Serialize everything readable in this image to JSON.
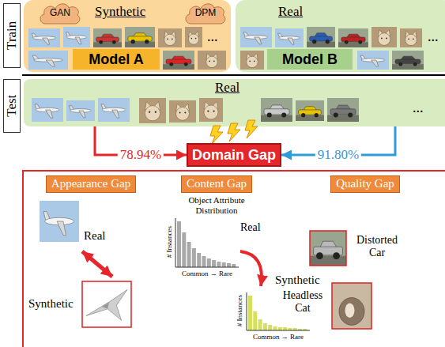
{
  "diagram": {
    "nodes": [
      {
        "text": [
          "Train"
        ]
      },
      {
        "text": [
          "Synthetic"
        ]
      },
      {
        "text": [
          "GAN"
        ],
        "in": 1
      },
      {
        "text": [
          "DPM"
        ],
        "in": 1
      },
      {
        "text": [
          "Model A"
        ],
        "in": 1
      },
      {
        "text": [
          "Real"
        ]
      },
      {
        "text": [
          "Model B"
        ],
        "in": 5
      },
      {
        "text": [
          "Test"
        ]
      },
      {
        "text": [
          "Real"
        ]
      },
      {
        "text": [
          "Domain Gap"
        ]
      },
      {
        "text": [
          "Appearance Gap"
        ]
      },
      {
        "text": [
          "Content Gap"
        ]
      },
      {
        "text": [
          "Quality Gap"
        ]
      }
    ],
    "edges": [
      {
        "from": 8,
        "to": 9,
        "arrow": "to",
        "label": "78.94%"
      },
      {
        "from": 8,
        "to": 9,
        "arrow": "to",
        "label": "91.80%"
      }
    ],
    "labels": [
      "...",
      "...",
      "...",
      "Real",
      "Synthetic",
      "Object Attribute Distribution",
      "# Instances",
      "Real",
      "Common → Rare",
      "# Instances",
      "Synthetic",
      "Common → Rare",
      "Distorted Car",
      "Headless Cat"
    ]
  }
}
